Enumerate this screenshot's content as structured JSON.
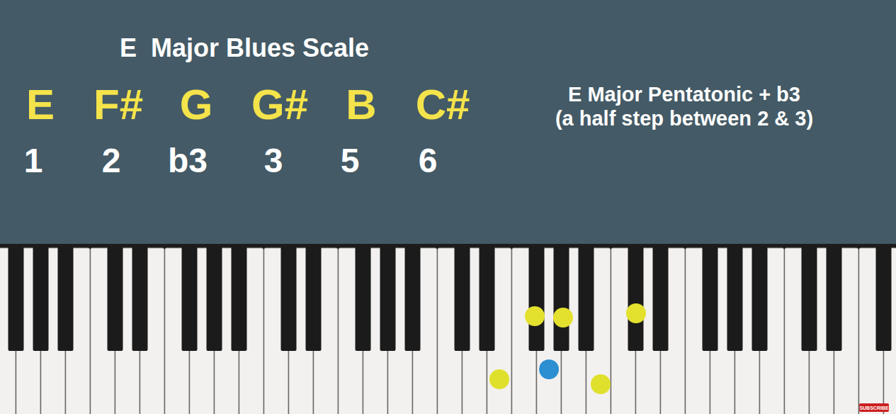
{
  "diagram": {
    "title": "E  Major Blues Scale",
    "labels": [
      "E",
      "F#",
      "G",
      "G#",
      "B",
      "C#",
      "1",
      "2",
      "b3",
      "3",
      "5",
      "6",
      "E Major Pentatonic + b3",
      "(a half step between 2 & 3)",
      "SUBSCRIBE"
    ]
  }
}
